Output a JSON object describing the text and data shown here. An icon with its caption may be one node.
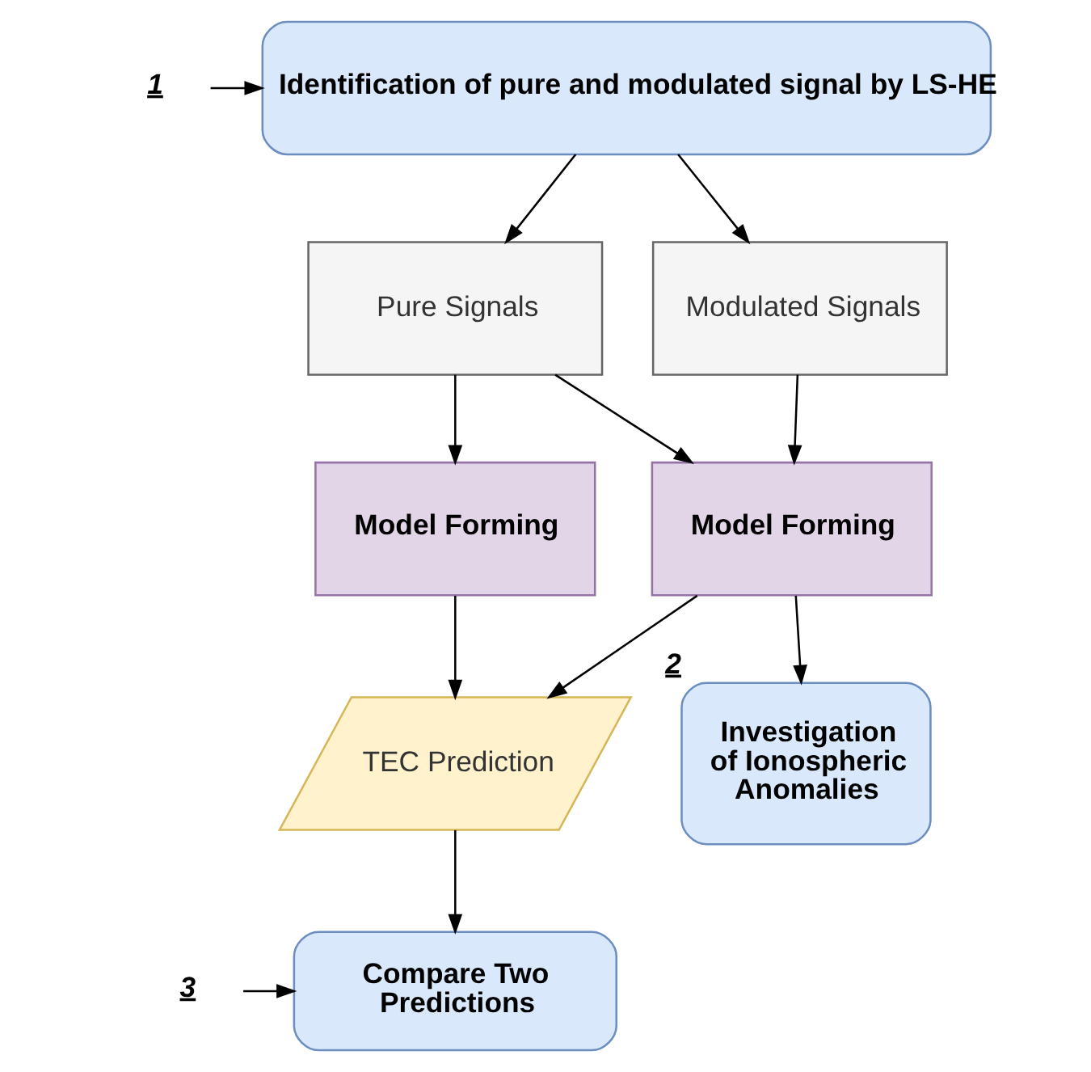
{
  "diagram": {
    "nodes": [
      {
        "text": [
          "1"
        ]
      },
      {
        "text": [
          "Identification of pure and modulated signal by LS-HE"
        ]
      },
      {
        "text": [
          "Pure Signals"
        ]
      },
      {
        "text": [
          "Modulated Signals"
        ]
      },
      {
        "text": [
          "Model Forming"
        ]
      },
      {
        "text": [
          "Model Forming"
        ]
      },
      {
        "text": [
          "TEC Prediction"
        ]
      },
      {
        "text": [
          "Investigation of Ionospheric Anomalies"
        ],
        "beside": [
          "2"
        ]
      },
      {
        "text": [
          "3"
        ]
      },
      {
        "text": [
          "Compare Two Predictions"
        ]
      }
    ],
    "edges": [
      {
        "from": 0,
        "to": 1,
        "arrow": "to"
      },
      {
        "from": 1,
        "to": 2,
        "arrow": "to"
      },
      {
        "from": 1,
        "to": 3,
        "arrow": "to"
      },
      {
        "from": 2,
        "to": 4,
        "arrow": "to"
      },
      {
        "from": 2,
        "to": 5,
        "arrow": "to"
      },
      {
        "from": 3,
        "to": 5,
        "arrow": "to"
      },
      {
        "from": 4,
        "to": 6,
        "arrow": "to"
      },
      {
        "from": 5,
        "to": 6,
        "arrow": "to"
      },
      {
        "from": 5,
        "to": 7,
        "arrow": "to"
      },
      {
        "from": 6,
        "to": 9,
        "arrow": "to"
      },
      {
        "from": 8,
        "to": 9,
        "arrow": "to"
      }
    ]
  }
}
